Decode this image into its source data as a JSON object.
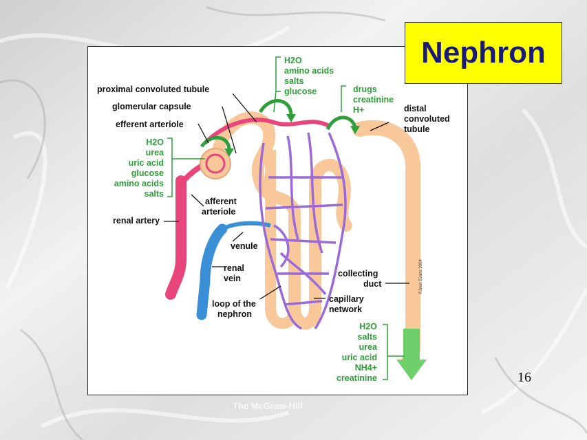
{
  "slide": {
    "title": "Nephron",
    "page_number": "16",
    "credit": "The McGraw-Hill"
  },
  "colors": {
    "title_bg": "#ffff00",
    "title_text": "#1a1a7a",
    "artery": "#e8457a",
    "vein": "#3a8fd6",
    "capillary": "#9a6ad8",
    "tubule": "#f8c89a",
    "label_green": "#2f9d3a"
  },
  "diagram": {
    "labels": {
      "proximal_convoluted_tubule": "proximal convoluted tubule",
      "glomerular_capsule": "glomerular capsule",
      "efferent_arteriole": "efferent arteriole",
      "afferent_arteriole_line1": "afferent",
      "afferent_arteriole_line2": "arteriole",
      "renal_artery": "renal artery",
      "venule": "venule",
      "renal_vein_line1": "renal",
      "renal_vein_line2": "vein",
      "loop_line1": "loop of the",
      "loop_line2": "nephron",
      "distal_line1": "distal",
      "distal_line2": "convoluted",
      "distal_line3": "tubule",
      "collecting_line1": "collecting",
      "collecting_line2": "duct",
      "capillary_line1": "capillary",
      "capillary_line2": "network",
      "signature": "©Jean Evans 2004"
    },
    "filtration": [
      "H2O",
      "urea",
      "uric acid",
      "glucose",
      "amino acids",
      "salts"
    ],
    "reabsorption": [
      "H2O",
      "amino acids",
      "salts",
      "glucose"
    ],
    "secretion": [
      "drugs",
      "creatinine",
      "H+"
    ],
    "urine": [
      "H2O",
      "salts",
      "urea",
      "uric acid",
      "NH4+",
      "creatinine"
    ]
  }
}
